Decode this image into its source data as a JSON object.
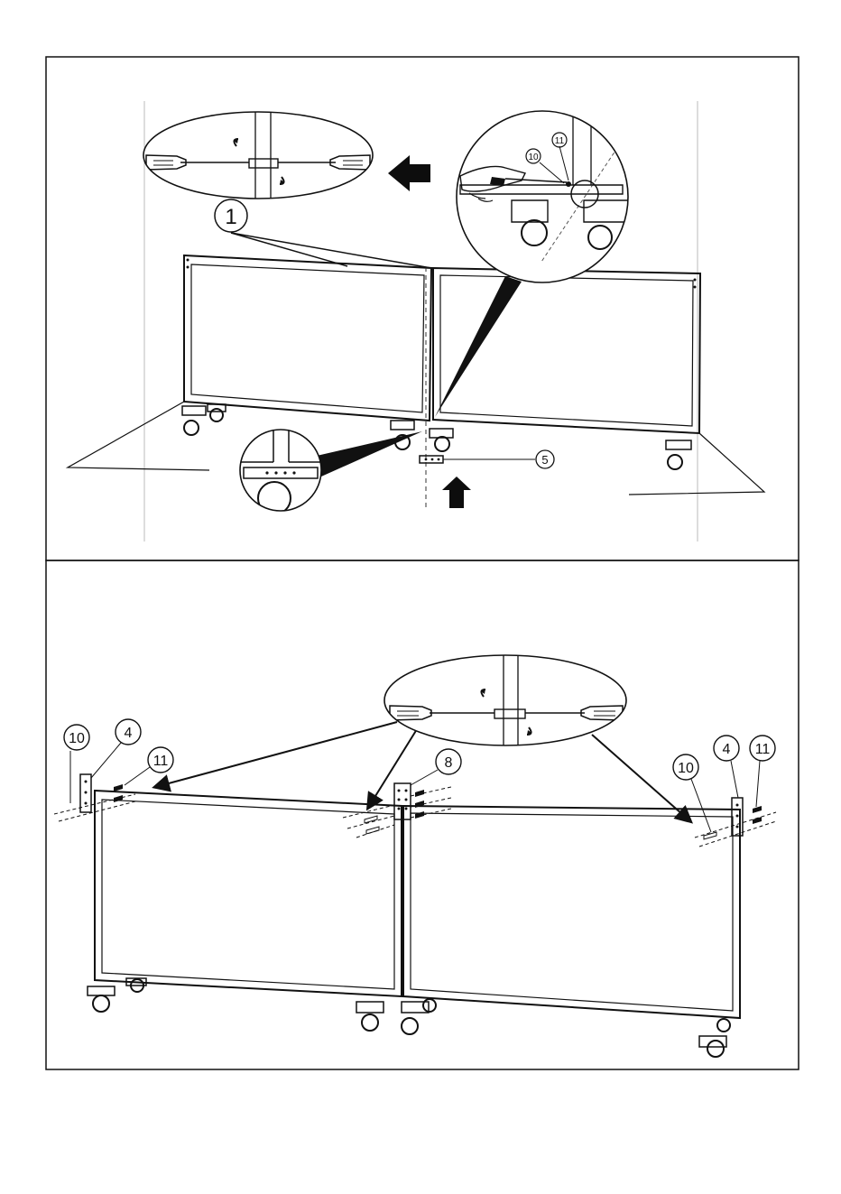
{
  "step1": {
    "callouts": {
      "c1": "1",
      "c5": "5",
      "c10": "10",
      "c11": "11"
    }
  },
  "step2": {
    "callouts": {
      "left10": "10",
      "left4": "4",
      "left11": "11",
      "center8": "8",
      "right10": "10",
      "right4": "4",
      "right11": "11"
    }
  },
  "colors": {
    "ink": "#111111",
    "paper": "#ffffff",
    "arrow": "#0d0d0d"
  },
  "icons": [
    "screwdriver-icon",
    "rotate-arrow-icon",
    "caster-wheel-icon",
    "bolt-icon",
    "nut-icon",
    "bracket-icon",
    "direction-arrow-icon"
  ]
}
